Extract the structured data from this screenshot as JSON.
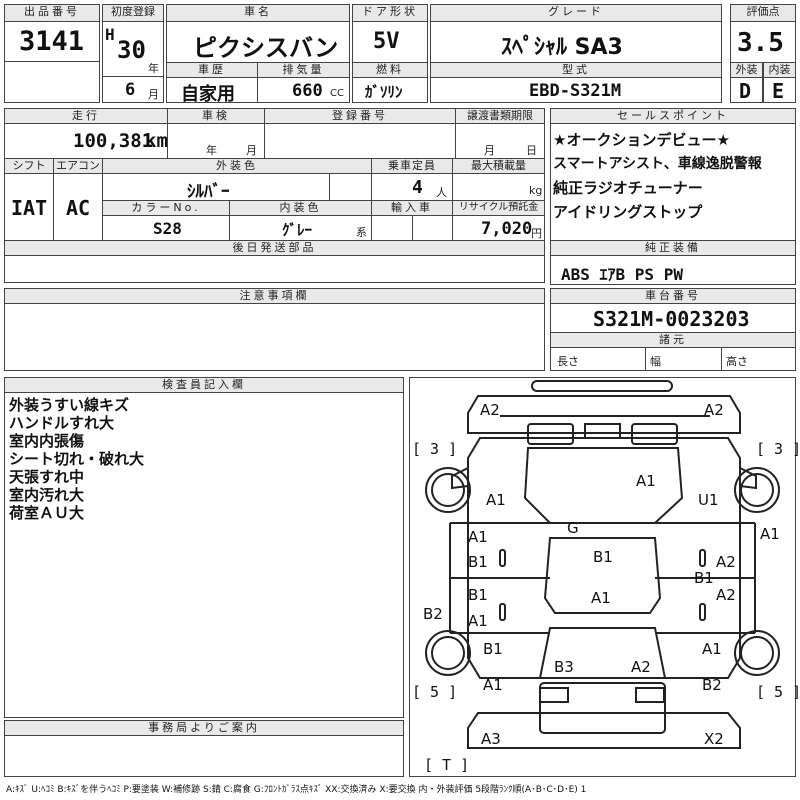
{
  "header": {
    "lot_no_label": "出品番号",
    "lot_no": "3141",
    "first_reg_label": "初度登録",
    "era": "H",
    "year": "30",
    "year_unit": "年",
    "month": "6",
    "month_unit": "月",
    "history_label": "車歴",
    "car_name_label": "車名",
    "car_name": "ピクシスバン",
    "history": "自家用",
    "door_label": "ドア形状",
    "door": "5V",
    "displacement_label": "排気量",
    "displacement": "660",
    "displacement_unit": "CC",
    "fuel_label": "燃料",
    "fuel": "ｶﾞｿﾘﾝ",
    "grade_label": "グレード",
    "grade": "ｽﾍﾟｼｬﾙ SA3",
    "model_label": "型式",
    "model": "EBD-S321M",
    "score_label": "評価点",
    "score": "3.5",
    "exterior_label": "外装",
    "exterior": "D",
    "interior_label": "内装",
    "interior": "E"
  },
  "row2": {
    "mileage_label": "走行",
    "mileage": "100,381",
    "mileage_unit": "km",
    "inspection_label": "車検",
    "inspection_year_unit": "年",
    "inspection_month_unit": "月",
    "reg_no_label": "登録番号",
    "transfer_label": "譲渡書類期限",
    "transfer_month_unit": "月",
    "transfer_day_unit": "日",
    "shift_label": "シフト",
    "shift": "IAT",
    "ac_label": "エアコン",
    "ac": "AC",
    "color_label": "外装色",
    "color": "ｼﾙﾊﾞｰ",
    "capacity_label": "乗車定員",
    "capacity": "4",
    "capacity_unit": "人",
    "max_load_label": "最大積載量",
    "max_load_unit": "kg",
    "color_no_label": "カラーNo.",
    "color_no": "S28",
    "interior_color_label": "内装色",
    "interior_color": "ｸﾞﾚｰ",
    "interior_color_unit": "系",
    "import_label": "輸入車",
    "recycle_label": "リサイクル預託金",
    "recycle": "7,020",
    "recycle_unit": "円"
  },
  "sales_point": {
    "label": "セールスポイント",
    "lines": [
      "★オークションデビュー★",
      "スマートアシスト、車線逸脱警報",
      "純正ラジオチューナー",
      "アイドリングストップ"
    ]
  },
  "equipment": {
    "label": "純正装備",
    "value": "ABS ｴｱB PS PW"
  },
  "later_parts": {
    "label": "後日発送部品"
  },
  "notes": {
    "label": "注意事項欄"
  },
  "chassis": {
    "label": "車台番号",
    "value": "S321M-0023203",
    "dims_label": "諸元",
    "length_label": "長さ",
    "width_label": "幅",
    "height_label": "高さ"
  },
  "inspector": {
    "label": "検査員記入欄",
    "lines": [
      "外装うすい線キズ",
      "ハンドルすれ大",
      "室内内張傷",
      "シート切れ・破れ大",
      "天張すれ中",
      "室内汚れ大",
      "荷室ＡＵ大"
    ]
  },
  "office": {
    "label": "事務局よりご案内"
  },
  "footer": "A:ｷｽﾞ U:ﾍｺﾐ B:ｷｽﾞを伴うﾍｺﾐ P:要塗装 W:補修跡 S:錆 C:腐食 G:ﾌﾛﾝﾄｶﾞﾗｽ点ｷｽﾞ XX:交換済み X:要交換 内・外装評価 5段階ﾗﾝｸ順(A･B･C･D･E) 1",
  "diagram": {
    "brackets": {
      "front_left": "[ 3 ]",
      "front_right": "[ 3 ]",
      "rear_left": "[ 5 ]",
      "rear_right": "[ 5 ]",
      "tail": "[ T ]"
    },
    "marks": {
      "front_left_corner": "A2",
      "front_right_corner": "A2",
      "left_fender": "A1",
      "hood": "A1",
      "right_fender": "U1",
      "right_mirror": "A1",
      "glass": "G",
      "left_front_door_a": "A1",
      "left_front_door_b": "B1",
      "roof_front": "B1",
      "right_front_door": "A2",
      "right_mid": "B1",
      "left_sill": "B2",
      "left_rear_door_a": "B1",
      "left_rear_door_b": "A1",
      "roof_rear": "A1",
      "right_rear_door": "A2",
      "left_rear_quarter_a": "B1",
      "left_rear_quarter_b": "A1",
      "back_door": "B3",
      "rear_glass": "A2",
      "right_rear_quarter_a": "A1",
      "right_rear_quarter_b": "B2",
      "rear_bumper_left": "A3",
      "rear_bumper_right": "X2"
    }
  }
}
